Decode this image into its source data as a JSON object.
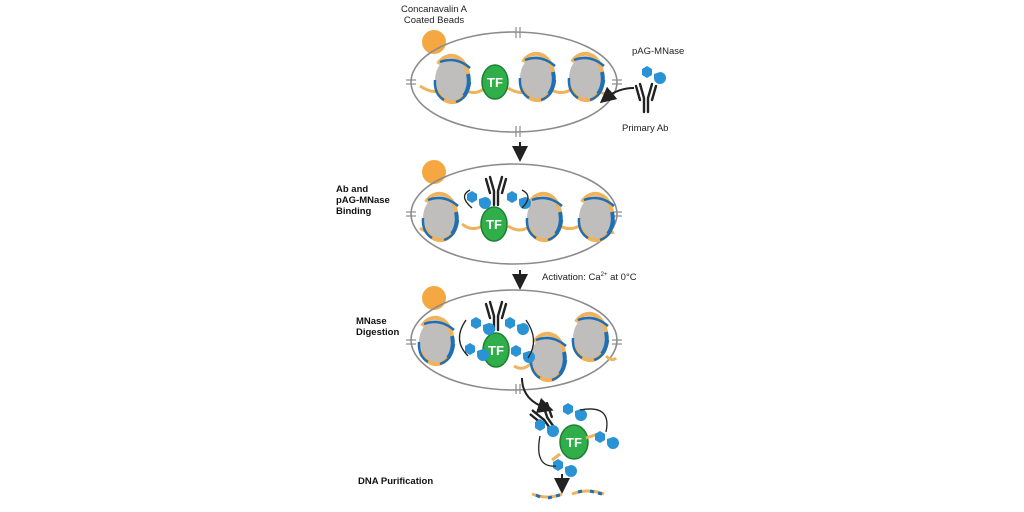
{
  "labels": {
    "beads_line1": "Concanavalin A",
    "beads_line2": "Coated Beads",
    "pag_mnase": "pAG-MNase",
    "primary_ab": "Primary Ab",
    "step2_line1": "Ab and",
    "step2_line2": "pAG-MNase",
    "step2_line3": "Binding",
    "activation_prefix": "Activation: Ca",
    "activation_sup": "2+",
    "activation_suffix": " at 0°C",
    "step3_line1": "MNase",
    "step3_line2": "Digestion",
    "step4": "DNA Purification",
    "tf": "TF"
  },
  "colors": {
    "bead": "#f5a742",
    "histone": "#c0bebc",
    "dna_orange": "#f0b25a",
    "dna_blue": "#1f6fb2",
    "tf_green": "#2fae4a",
    "tf_dark": "#1d7f33",
    "mnase_blue": "#2a93d5",
    "antibody": "#222222",
    "nucleus_outline": "#8c8c8c"
  }
}
